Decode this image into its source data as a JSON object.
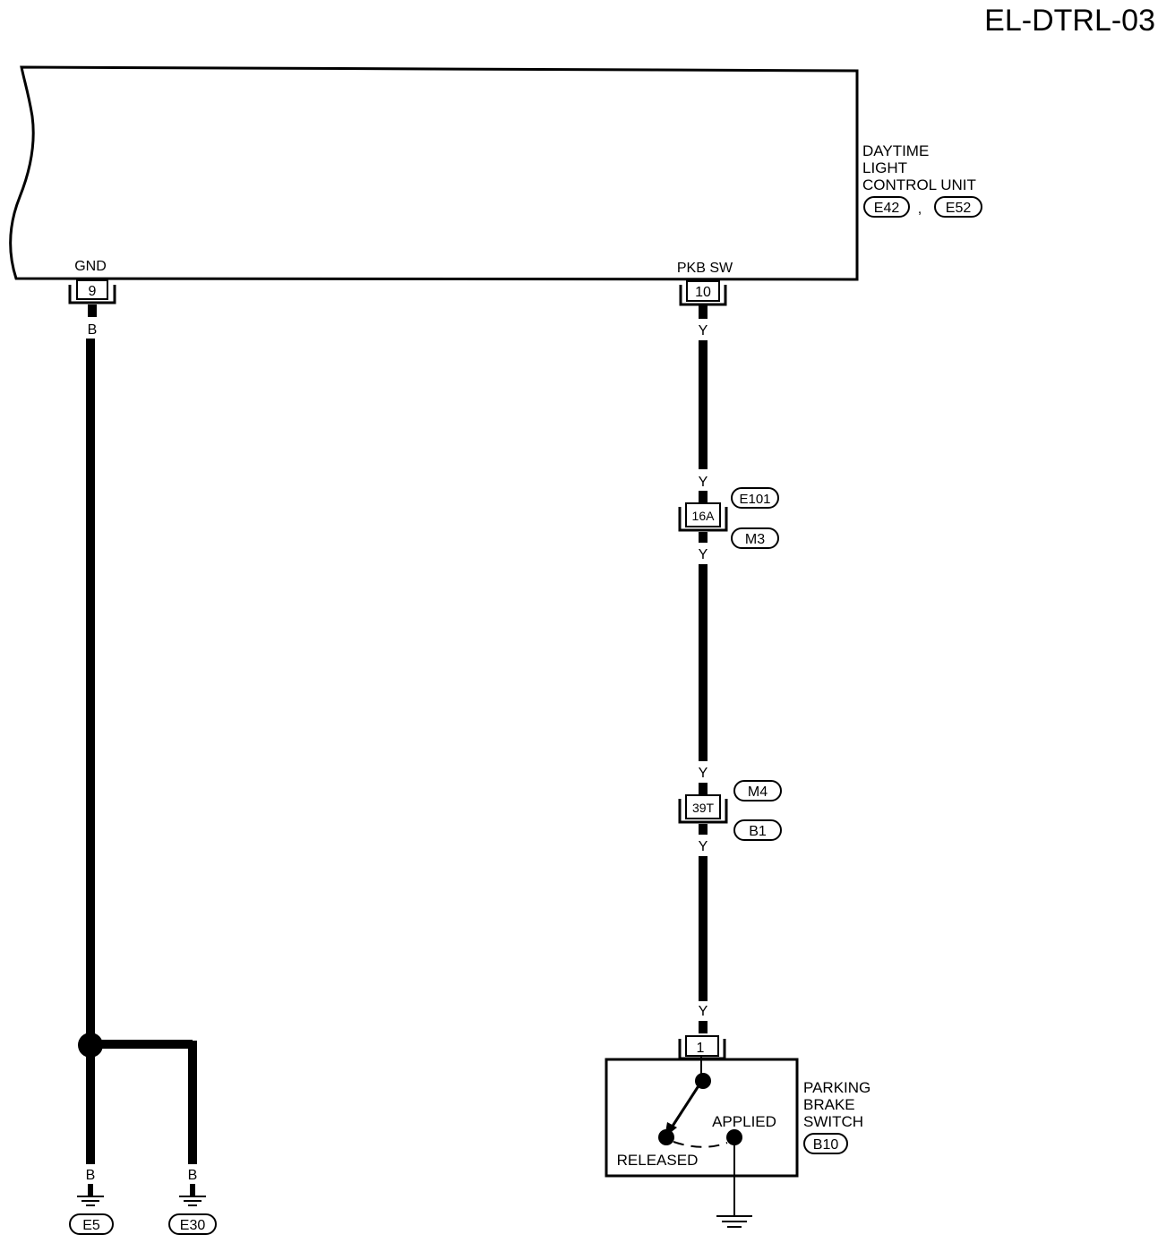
{
  "diagram_id": "EL-DTRL-03",
  "control_unit": {
    "name_lines": [
      "DAYTIME",
      "LIGHT",
      "CONTROL UNIT"
    ],
    "connectors": [
      "E42",
      "E52"
    ],
    "separator": ","
  },
  "terminals": {
    "gnd": {
      "label": "GND",
      "pin": "9"
    },
    "pkb": {
      "label": "PKB SW",
      "pin": "10"
    }
  },
  "wire_colors": {
    "ground": "B",
    "pkb": "Y"
  },
  "junctions": [
    {
      "pin": "16A",
      "top": "E101",
      "bottom": "M3"
    },
    {
      "pin": "39T",
      "top": "M4",
      "bottom": "B1"
    }
  ],
  "switch": {
    "pin": "1",
    "name_lines": [
      "PARKING",
      "BRAKE",
      "SWITCH"
    ],
    "connector": "B10",
    "applied_label": "APPLIED",
    "released_label": "RELEASED"
  },
  "grounds": [
    "E5",
    "E30"
  ]
}
